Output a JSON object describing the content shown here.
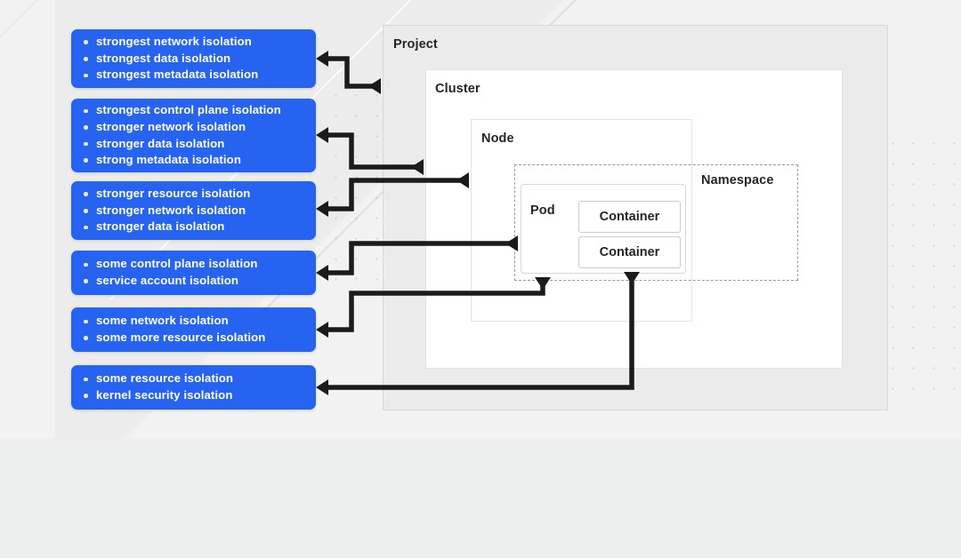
{
  "theme": {
    "card_blue": "#2563f0",
    "card_text": "#ffffff",
    "connector": "#1b1b1b",
    "background": "#ececec",
    "project_fill": "#ebebeb",
    "panel_fill": "#ffffff"
  },
  "isolation_cards": [
    {
      "id": "card-1",
      "bullets": [
        "strongest network isolation",
        "strongest data isolation",
        "strongest metadata isolation"
      ]
    },
    {
      "id": "card-2",
      "bullets": [
        "strongest control plane isolation",
        "stronger network isolation",
        "stronger data isolation",
        "strong metadata isolation"
      ]
    },
    {
      "id": "card-3",
      "bullets": [
        "stronger resource isolation",
        "stronger network isolation",
        "stronger data isolation"
      ]
    },
    {
      "id": "card-4",
      "bullets": [
        "some control plane isolation",
        "service account isolation"
      ]
    },
    {
      "id": "card-5",
      "bullets": [
        "some network isolation",
        "some more resource isolation"
      ]
    },
    {
      "id": "card-6",
      "bullets": [
        "some resource isolation",
        "kernel security isolation"
      ]
    }
  ],
  "hierarchy": {
    "project": {
      "label": "Project"
    },
    "cluster": {
      "label": "Cluster"
    },
    "node": {
      "label": "Node"
    },
    "namespace": {
      "label": "Namespace"
    },
    "pod": {
      "label": "Pod"
    },
    "containers": [
      {
        "label": "Container"
      },
      {
        "label": "Container"
      }
    ]
  },
  "connections": [
    {
      "from": "card-1",
      "to": "project"
    },
    {
      "from": "card-2",
      "to": "cluster"
    },
    {
      "from": "card-3",
      "to": "node"
    },
    {
      "from": "card-4",
      "to": "namespace"
    },
    {
      "from": "card-5",
      "to": "pod"
    },
    {
      "from": "card-6",
      "to": "container-2"
    }
  ]
}
